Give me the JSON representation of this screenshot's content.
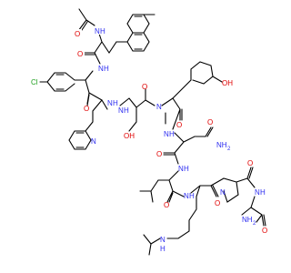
{
  "molecule": {
    "atom_labels": {
      "n_acetyl": "N",
      "h_acetyl": "H",
      "o_acetyl": "O",
      "o_1": "O",
      "nh_1": "N",
      "h_1": "H",
      "cl": "Cl",
      "nh_2": "N",
      "h_2": "H",
      "o_2": "O",
      "nh_3": "N",
      "h_3": "H",
      "n_pyridine": "N",
      "o_3": "O",
      "n_methyl": "N",
      "oh_serine": "OH",
      "oh_tyrosine": "OH",
      "o_4": "O",
      "nh_4": "N",
      "h_4": "H",
      "o_5": "O",
      "nh2_asn": "NH",
      "nh2_asn_sub": "2",
      "o_6": "O",
      "nh_5": "N",
      "h_5": "H",
      "o_7": "O",
      "nh_6": "N",
      "h_6": "H",
      "o_8": "O",
      "n_pro": "N",
      "o_9": "O",
      "nh_7": "N",
      "h_7": "H",
      "o_10": "O",
      "nh2_end": "NH",
      "nh2_end_sub": "2",
      "nh_lys": "N",
      "h_lys": "H"
    },
    "colors": {
      "bond": "#000000",
      "nitrogen": "#2a2af0",
      "oxygen": "#e00000",
      "chlorine": "#1fa01f"
    }
  }
}
